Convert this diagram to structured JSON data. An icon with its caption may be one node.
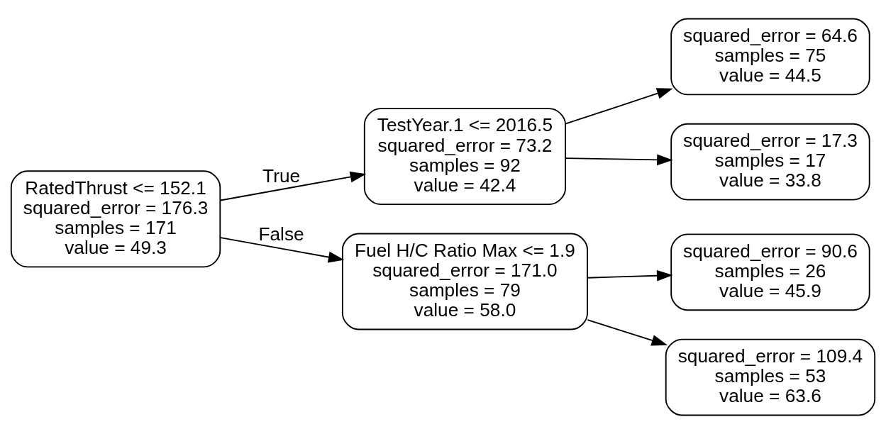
{
  "diagram": {
    "nodes": [
      {
        "text": [
          "RatedThrust <= 152.1",
          "squared_error = 176.3",
          "samples = 171",
          "value = 49.3"
        ]
      },
      {
        "text": [
          "TestYear.1 <= 2016.5",
          "squared_error = 73.2",
          "samples = 92",
          "value = 42.4"
        ]
      },
      {
        "text": [
          "squared_error = 64.6",
          "samples = 75",
          "value = 44.5"
        ]
      },
      {
        "text": [
          "squared_error = 17.3",
          "samples = 17",
          "value = 33.8"
        ]
      },
      {
        "text": [
          "Fuel H/C Ratio Max <= 1.9",
          "squared_error = 171.0",
          "samples = 79",
          "value = 58.0"
        ]
      },
      {
        "text": [
          "squared_error = 90.6",
          "samples = 26",
          "value = 45.9"
        ]
      },
      {
        "text": [
          "squared_error = 109.4",
          "samples = 53",
          "value = 63.6"
        ]
      }
    ],
    "edges": [
      {
        "from": 0,
        "to": 1,
        "arrow": "to",
        "label": "True"
      },
      {
        "from": 1,
        "to": 2,
        "arrow": "to"
      },
      {
        "from": 1,
        "to": 3,
        "arrow": "to"
      },
      {
        "from": 0,
        "to": 4,
        "arrow": "to",
        "label": "False"
      },
      {
        "from": 4,
        "to": 5,
        "arrow": "to"
      },
      {
        "from": 4,
        "to": 6,
        "arrow": "to"
      }
    ]
  }
}
